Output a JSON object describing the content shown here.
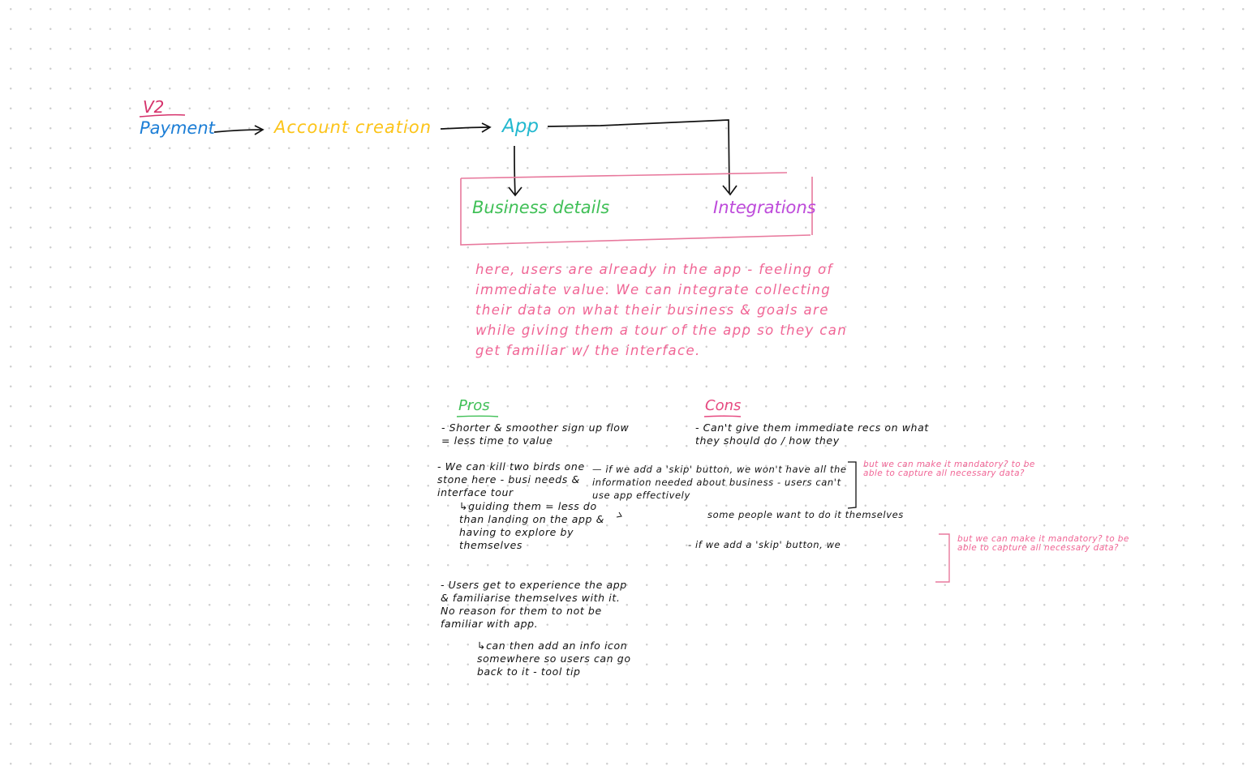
{
  "diagram": {
    "title": "V2",
    "nodes": {
      "payment": "Payment",
      "account_creation": "Account creation",
      "app": "App",
      "business_details": "Business details",
      "integrations": "Integrations"
    },
    "note": "here, users are already in the app - feeling of immediate value. We can integrate collecting their data on what their business & goals are while giving them a tour of the app so they can get familiar w/ the interface.",
    "pros": {
      "heading": "Pros",
      "items": [
        "- Shorter & smoother sign up flow = less time to value",
        "- We can kill two birds one stone here - busi needs & interface tour",
        "- Users get to experience the app & familiarise themselves with it. No reason for them to not be familiar with app."
      ],
      "sub_items": [
        "↳guiding them = less do than landing on the app & having to explore by themselves",
        "↳can then add an info icon somewhere so users can go back to it - tool tip"
      ]
    },
    "cons": {
      "heading": "Cons",
      "items": [
        "- Can't give them immediate recs on what they should do / how they",
        "— if we add a 'skip' button, we won't have all the information needed about business - users can't use app effectively",
        "- if we add a 'skip' button, we"
      ],
      "extra": "some people want to do it themselves"
    },
    "side_notes": [
      "but we can make it mandatory? to be able to capture all necessary data?",
      "but we can make it mandatory? to be able to capture all necessary data?"
    ]
  },
  "colors": {
    "title": "#d6336c",
    "payment": "#1c7ed6",
    "account_creation": "#fcc419",
    "app": "#22b8cf",
    "business_details": "#40c057",
    "integrations": "#be4bdb",
    "note": "#f06595",
    "pros": "#40c057",
    "cons": "#e64980",
    "ink": "#111111",
    "frame": "#e8799d"
  }
}
